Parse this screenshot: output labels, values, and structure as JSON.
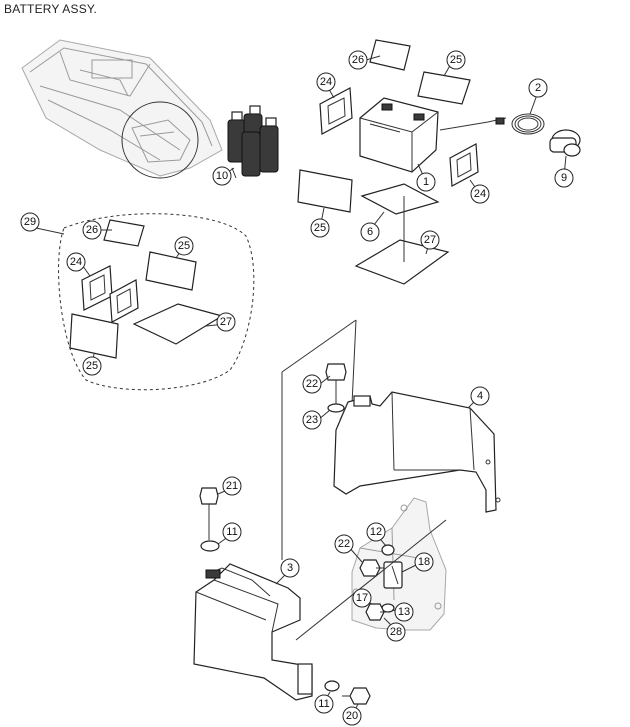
{
  "title": "BATTERY ASSY.",
  "callouts": [
    {
      "label": "26"
    },
    {
      "label": "25"
    },
    {
      "label": "24"
    },
    {
      "label": "2"
    },
    {
      "label": "10"
    },
    {
      "label": "1"
    },
    {
      "label": "9"
    },
    {
      "label": "24"
    },
    {
      "label": "25"
    },
    {
      "label": "6"
    },
    {
      "label": "27"
    },
    {
      "label": "29"
    },
    {
      "label": "26"
    },
    {
      "label": "25"
    },
    {
      "label": "24"
    },
    {
      "label": "27"
    },
    {
      "label": "25"
    },
    {
      "label": "22"
    },
    {
      "label": "23"
    },
    {
      "label": "4"
    },
    {
      "label": "21"
    },
    {
      "label": "11"
    },
    {
      "label": "3"
    },
    {
      "label": "12"
    },
    {
      "label": "22"
    },
    {
      "label": "18"
    },
    {
      "label": "17"
    },
    {
      "label": "13"
    },
    {
      "label": "28"
    },
    {
      "label": "11"
    },
    {
      "label": "20"
    }
  ]
}
